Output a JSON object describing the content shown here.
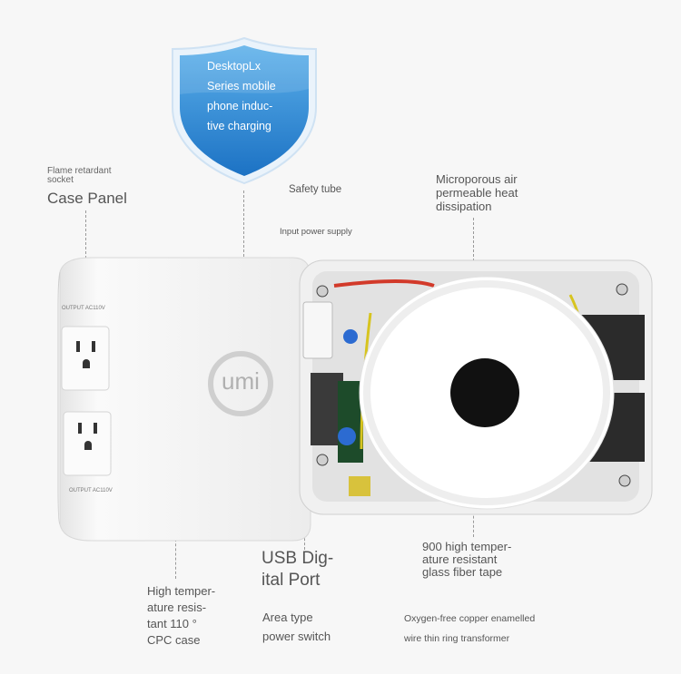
{
  "shield": {
    "text": "DesktopLx\nSeries mobile\nphone induc-\ntive charging",
    "colors": {
      "top": "#4fa3e0",
      "bottom": "#1f78c8"
    }
  },
  "labels": {
    "flame_small": "Flame retardant\nsocket",
    "case_panel": "Case Panel",
    "safety_tube": "Safety tube",
    "input_power": "Input power supply",
    "microporous": "Microporous air\npermeable heat\ndissipation",
    "usb_port": "USB Dig-\nital Port",
    "high_temp_case": "High temper-\nature resis-\ntant 110 °\nCPC case",
    "area_switch": "Area type\npower switch",
    "glass_tape": "900 high temper-\nature resistant\nglass fiber tape",
    "transformer": "Oxygen-free copper enamelled\nwire thin ring transformer"
  },
  "device": {
    "logo": "umi",
    "outlet_label_top": "OUTPUT AC110V",
    "outlet_label_bottom": "OUTPUT AC110V"
  }
}
